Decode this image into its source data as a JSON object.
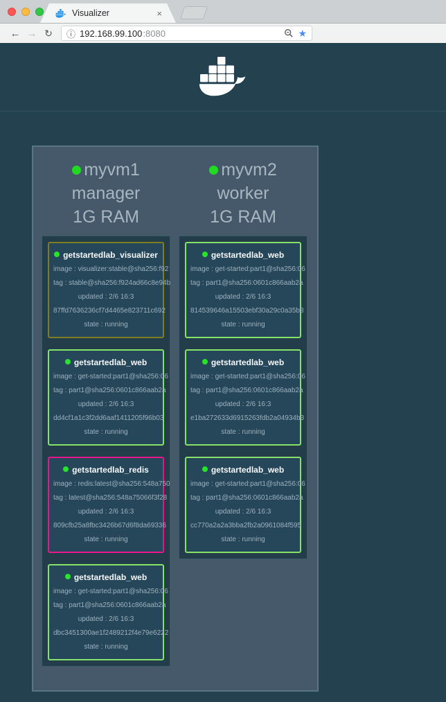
{
  "browser": {
    "tab": {
      "title": "Visualizer",
      "close": "×"
    },
    "toolbar": {
      "back": "←",
      "forward": "→",
      "reload": "↻",
      "info": "ⓘ",
      "url_host": "192.168.99.100",
      "url_port": ":8080",
      "star": "★"
    }
  },
  "colors": {
    "node_online": "#23da23",
    "task_running": "#28e32b",
    "accent_visualizer": "#7d7d21",
    "accent_web": "#86e36a",
    "accent_redis": "#e8178e"
  },
  "nodes": [
    {
      "name": "myvm1",
      "role": "manager",
      "ram": "1G RAM",
      "tasks": [
        {
          "name": "getstartedlab_visualizer",
          "accent": "#7d7d21",
          "image": "image : visualizer:stable@sha256:f92",
          "tag": "tag : stable@sha256:f924ad66c8e94b",
          "updated": "updated : 2/6 16:3",
          "id": "87ffd7636236cf7d4465e823711c692",
          "state": "state : running"
        },
        {
          "name": "getstartedlab_web",
          "accent": "#86e36a",
          "image": "image : get-started:part1@sha256:06",
          "tag": "tag : part1@sha256:0601c866aab2a",
          "updated": "updated : 2/6 16:3",
          "id": "dd4cf1a1c3f2dd6aaf1411205f96b03",
          "state": "state : running"
        },
        {
          "name": "getstartedlab_redis",
          "accent": "#e8178e",
          "image": "image : redis:latest@sha256:548a750",
          "tag": "tag : latest@sha256:548a75066f3f28",
          "updated": "updated : 2/6 16:3",
          "id": "809cfb25a8fbc3426b67d6f8da69336",
          "state": "state : running"
        },
        {
          "name": "getstartedlab_web",
          "accent": "#86e36a",
          "image": "image : get-started:part1@sha256:06",
          "tag": "tag : part1@sha256:0601c866aab2a",
          "updated": "updated : 2/6 16:3",
          "id": "dbc3451300ae1f2489212f4e79e6222",
          "state": "state : running"
        }
      ]
    },
    {
      "name": "myvm2",
      "role": "worker",
      "ram": "1G RAM",
      "tasks": [
        {
          "name": "getstartedlab_web",
          "accent": "#86e36a",
          "image": "image : get-started:part1@sha256:06",
          "tag": "tag : part1@sha256:0601c866aab2a",
          "updated": "updated : 2/6 16:3",
          "id": "814539646a15503ebf30a29c0a35b8",
          "state": "state : running"
        },
        {
          "name": "getstartedlab_web",
          "accent": "#86e36a",
          "image": "image : get-started:part1@sha256:06",
          "tag": "tag : part1@sha256:0601c866aab2a",
          "updated": "updated : 2/6 16:3",
          "id": "e1ba272633d6915263fdb2a04934b3",
          "state": "state : running"
        },
        {
          "name": "getstartedlab_web",
          "accent": "#86e36a",
          "image": "image : get-started:part1@sha256:06",
          "tag": "tag : part1@sha256:0601c866aab2a",
          "updated": "updated : 2/6 16:3",
          "id": "cc770a2a2a3bba2fb2a0961084f595",
          "state": "state : running"
        }
      ]
    }
  ]
}
